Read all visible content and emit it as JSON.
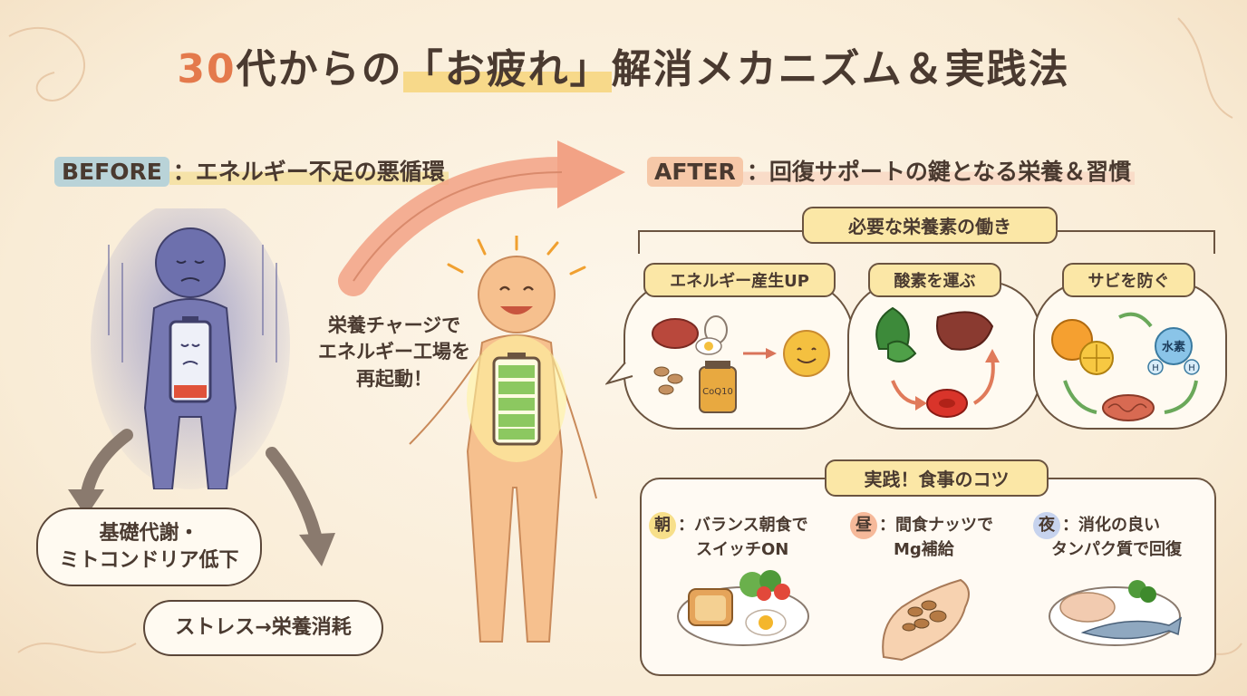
{
  "title": {
    "number": "30",
    "pre": "代からの",
    "highlight": "「お疲れ」",
    "post": "解消メカニズム＆実践法"
  },
  "before": {
    "tag": "BEFORE",
    "heading": "：エネルギー不足の悪循環",
    "bubble1": [
      "基礎代謝・",
      "ミトコンドリア低下"
    ],
    "bubble2": "ストレス→栄養消耗"
  },
  "center": {
    "lines": [
      "栄養チャージで",
      "エネルギー工場を",
      "再起動！"
    ]
  },
  "after": {
    "tag": "AFTER",
    "heading": "：回復サポートの鍵となる栄養＆習慣",
    "nutrients_title": "必要な栄養素の働き",
    "nutrients": [
      {
        "label": "エネルギー産生UP",
        "badge": "CoQ10"
      },
      {
        "label": "酸素を運ぶ"
      },
      {
        "label": "サビを防ぐ",
        "badge": "水素",
        "atom": "H"
      }
    ],
    "practice_title": "実践！食事のコツ",
    "tips": [
      {
        "key": "朝",
        "line1": "：バランス朝食で",
        "line2": "スイッチON",
        "color": "#f7df8a"
      },
      {
        "key": "昼",
        "line1": "：間食ナッツで",
        "line2": "Mg補給",
        "color": "#f6b99a"
      },
      {
        "key": "夜",
        "line1": "：消化の良い",
        "line2": "タンパク質で回復",
        "color": "#c7d3ee"
      }
    ]
  },
  "colors": {
    "accent": "#e47a4c",
    "ink": "#4a3a30",
    "battery_low": "#e0523a",
    "battery_full": "#8cc860"
  }
}
